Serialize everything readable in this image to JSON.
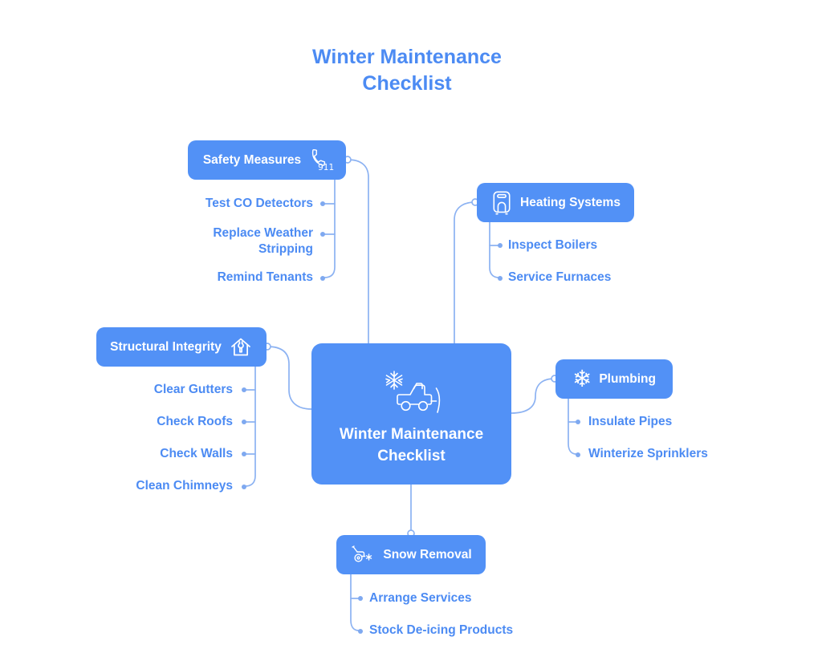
{
  "page_title": {
    "line1": "Winter Maintenance",
    "line2": "Checklist"
  },
  "colors": {
    "background": "#FFFFFF",
    "node_fill": "#5291F6",
    "node_text": "#FFFFFF",
    "label_text": "#4C8BF3",
    "title_text": "#4C8BF3",
    "connector_line": "#8CB2F2",
    "connector_dot": "#7FA9F0"
  },
  "center_node": {
    "label": "Winter Maintenance Checklist",
    "icon": "snowplow-truck-with-snowflake"
  },
  "branches": [
    {
      "label": "Safety Measures",
      "icon": "phone-handset",
      "icon_badge": "911",
      "children": [
        "Test CO Detectors",
        "Replace Weather Stripping",
        "Remind Tenants"
      ]
    },
    {
      "label": "Heating Systems",
      "icon": "furnace-heater",
      "children": [
        "Inspect Boilers",
        "Service Furnaces"
      ]
    },
    {
      "label": "Structural Integrity",
      "icon": "house-with-wrench",
      "children": [
        "Clear Gutters",
        "Check Roofs",
        "Check Walls",
        "Clean Chimneys"
      ]
    },
    {
      "label": "Plumbing",
      "icon": "snowflake",
      "children": [
        "Insulate Pipes",
        "Winterize Sprinklers"
      ]
    },
    {
      "label": "Snow Removal",
      "icon": "snow-blower",
      "children": [
        "Arrange Services",
        "Stock De-icing Products"
      ]
    }
  ]
}
